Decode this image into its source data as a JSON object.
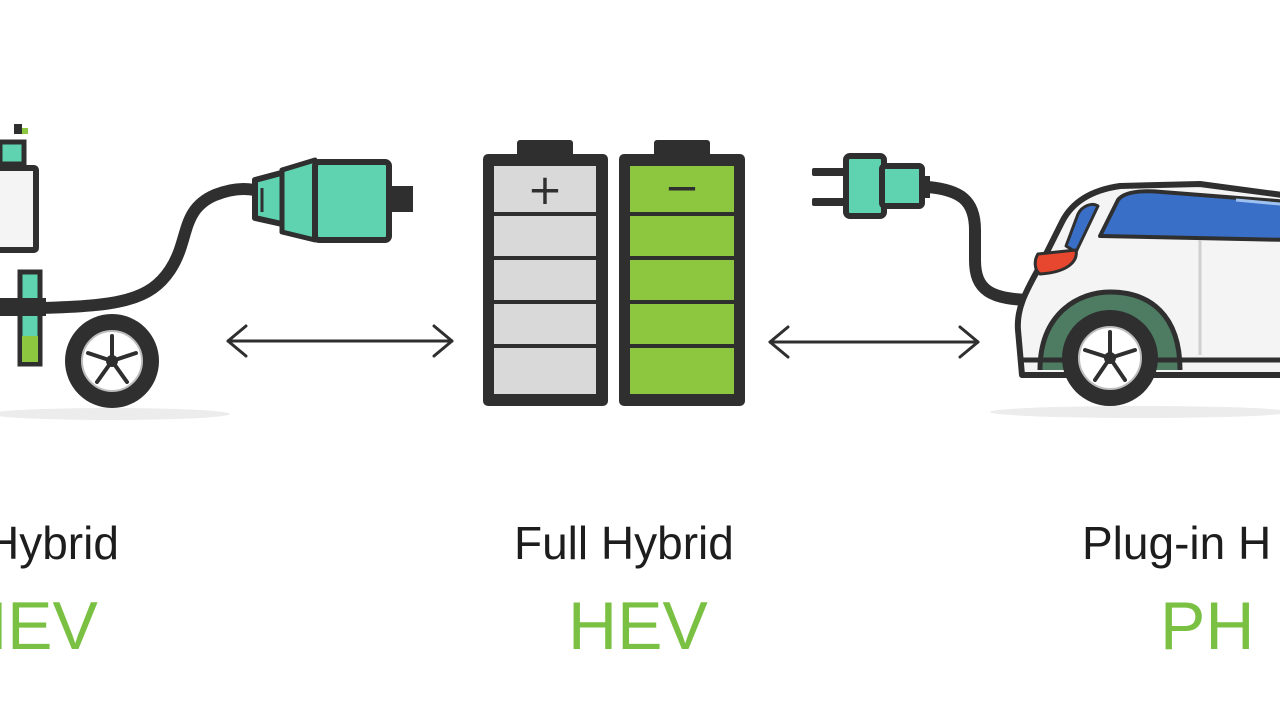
{
  "colors": {
    "accent_green": "#7ac143",
    "battery_green": "#8dc63f",
    "plug_teal": "#5fd3b0",
    "outline": "#2f2f2f",
    "battery_grey": "#d9d9d9",
    "car_window_blue": "#3a6fc7",
    "tail_light_red": "#e8472f"
  },
  "icons": {
    "left_vehicle": "charging-station-icon",
    "left_plug": "power-plug-icon",
    "center_battery_positive": "battery-positive-icon",
    "center_battery_negative": "battery-negative-icon",
    "right_plug": "power-plug-icon",
    "right_vehicle": "car-icon",
    "arrows": "double-arrow-icon"
  },
  "battery": {
    "positive_symbol": "+",
    "negative_symbol": "−"
  },
  "types": [
    {
      "label": "Hybrid",
      "abbr": "HEV"
    },
    {
      "label": "Full Hybrid",
      "abbr": "HEV"
    },
    {
      "label": "Plug-in H",
      "abbr": "PH"
    }
  ]
}
